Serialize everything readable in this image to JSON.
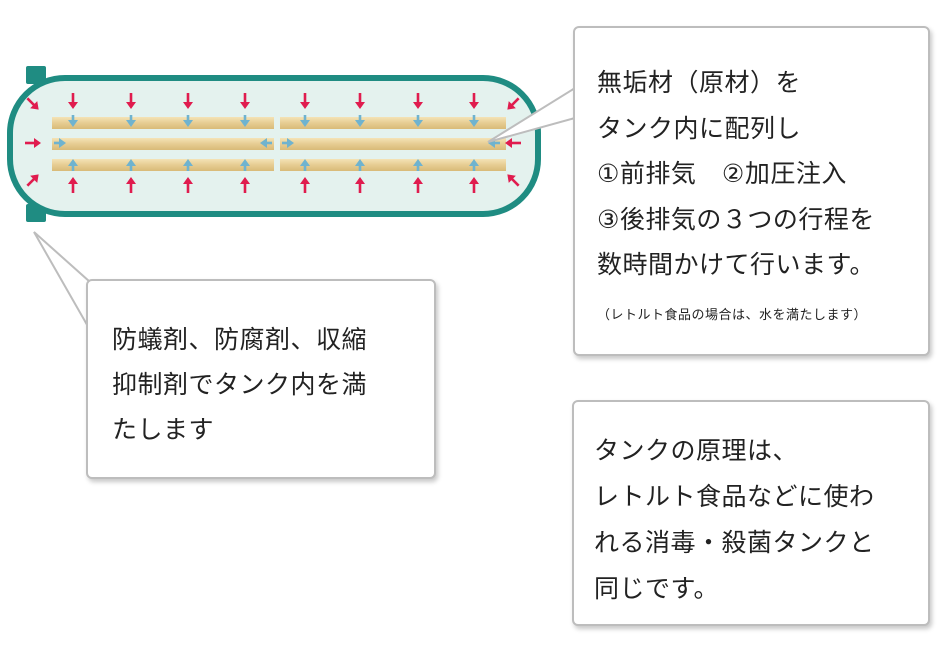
{
  "process_box": {
    "lines": [
      "無垢材（原材）を",
      "タンク内に配列し",
      "①前排気　②加圧注入",
      "③後排気の３つの行程を",
      "数時間かけて行います。"
    ],
    "note": "（レトルト食品の場合は、水を満たします）"
  },
  "fill_box": {
    "lines": [
      "防蟻剤、防腐剤、収縮",
      "抑制剤でタンク内を満",
      "たします"
    ]
  },
  "principle_box": {
    "lines": [
      "タンクの原理は、",
      "レトルト食品などに使わ",
      "れる消毒・殺菌タンクと",
      "同じです。"
    ]
  },
  "colors": {
    "tank_outline": "#1f8c82",
    "tank_fill": "#e4f2ee",
    "pressure_arrow": "#e01c4e",
    "air_arrow": "#6fb3cf",
    "wood": "#e9d29b",
    "callout_border": "#bdbdbd"
  }
}
